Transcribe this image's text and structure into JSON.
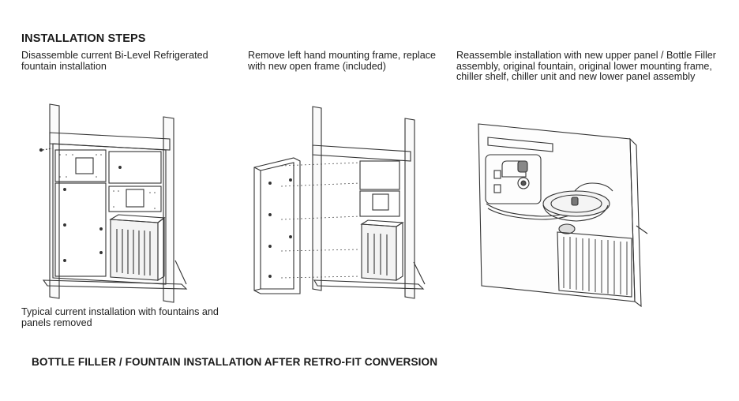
{
  "title": "INSTALLATION STEPS",
  "steps": [
    {
      "text": "Disassemble current Bi-Level Refrigerated fountain installation"
    },
    {
      "text": "Remove left hand mounting frame, replace with new open frame (included)"
    },
    {
      "text": "Reassemble installation with new upper panel / Bottle Filler assembly, original fountain, original lower mounting frame, chiller shelf, chiller unit and new lower panel assembly"
    }
  ],
  "step1_caption": "Typical current installation with fountains and panels removed",
  "footer": "BOTTLE FILLER / FOUNTAIN INSTALLATION AFTER RETRO-FIT CONVERSION",
  "colors": {
    "line": "#333333",
    "text": "#1a1a1a"
  }
}
